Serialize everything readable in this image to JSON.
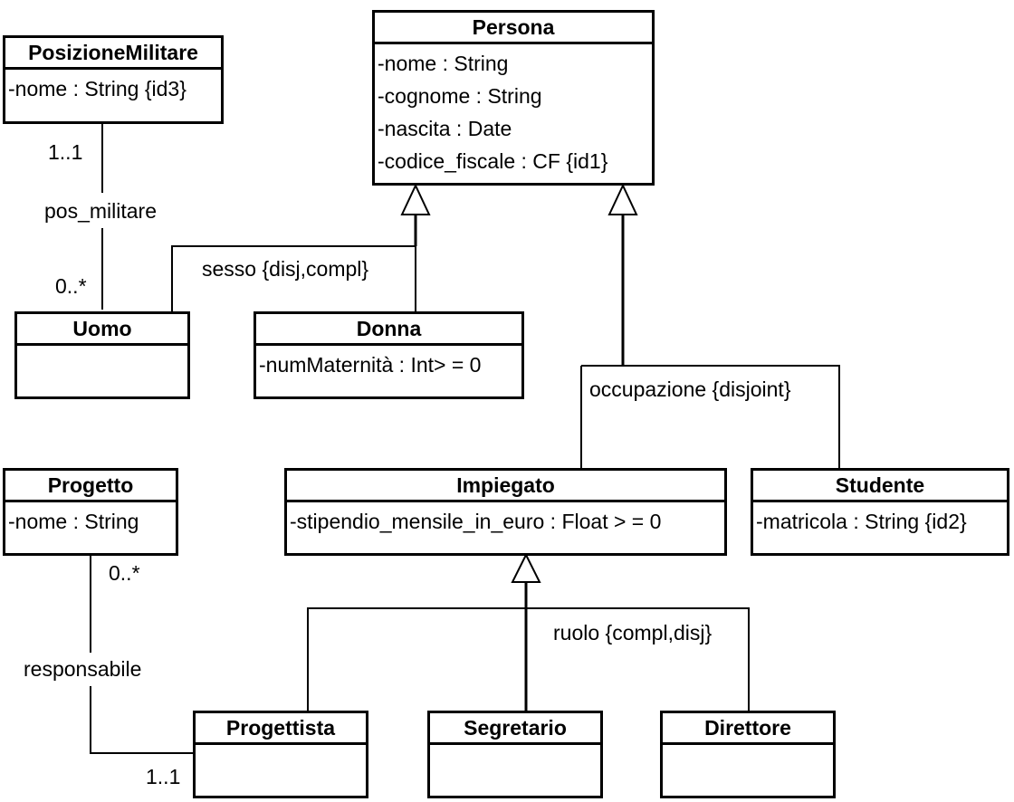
{
  "classes": {
    "persona": {
      "name": "Persona",
      "attributes": [
        "-nome : String",
        "-cognome : String",
        "-nascita : Date",
        "-codice_fiscale : CF {id1}"
      ]
    },
    "posizione_militare": {
      "name": "PosizioneMilitare",
      "attributes": [
        "-nome : String {id3}"
      ]
    },
    "uomo": {
      "name": "Uomo",
      "attributes": []
    },
    "donna": {
      "name": "Donna",
      "attributes": [
        "-numMaternità : Int> = 0"
      ]
    },
    "progetto": {
      "name": "Progetto",
      "attributes": [
        "-nome : String"
      ]
    },
    "impiegato": {
      "name": "Impiegato",
      "attributes": [
        "-stipendio_mensile_in_euro : Float > = 0"
      ]
    },
    "studente": {
      "name": "Studente",
      "attributes": [
        "-matricola : String {id2}"
      ]
    },
    "progettista": {
      "name": "Progettista",
      "attributes": []
    },
    "segretario": {
      "name": "Segretario",
      "attributes": []
    },
    "direttore": {
      "name": "Direttore",
      "attributes": []
    }
  },
  "associations": {
    "pos_militare": {
      "name": "pos_militare",
      "mult_top": "1..1",
      "mult_bottom": "0..*"
    },
    "responsabile": {
      "name": "responsabile",
      "mult_top": "0..*",
      "mult_bottom": "1..1"
    }
  },
  "generalizations": {
    "sesso": "sesso {disj,compl}",
    "occupazione": "occupazione {disjoint}",
    "ruolo": "ruolo {compl,disj}"
  }
}
